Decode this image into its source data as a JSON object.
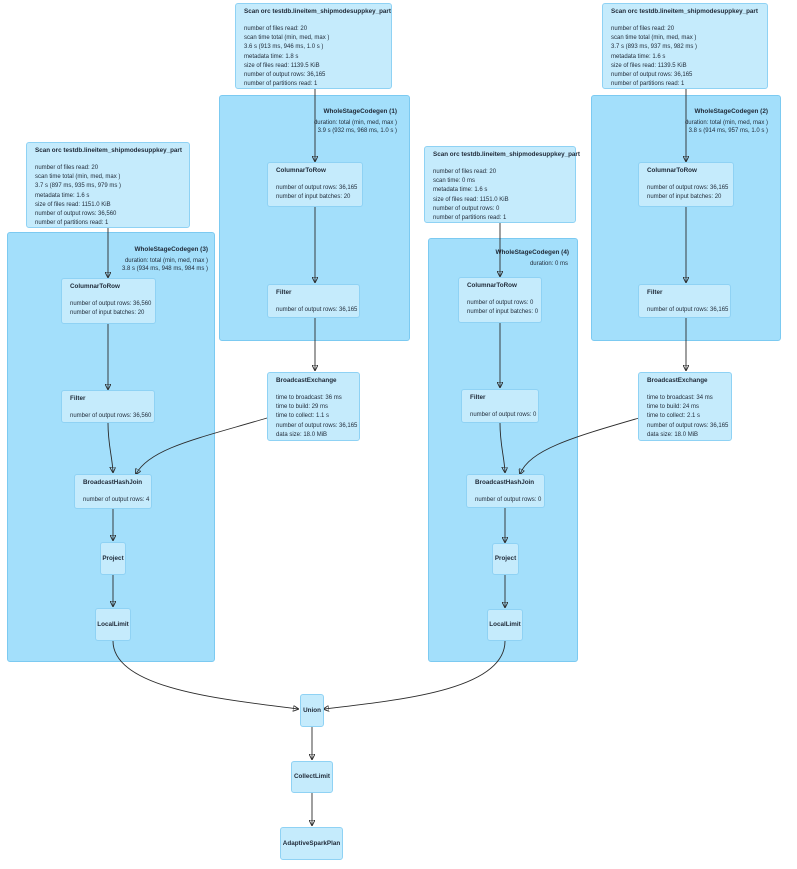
{
  "clusters": [
    {
      "title": "WholeStageCodegen (1)",
      "meta": [
        "duration: total (min, med, max )",
        "3.9 s (932 ms, 968 ms, 1.0 s )"
      ]
    },
    {
      "title": "WholeStageCodegen (2)",
      "meta": [
        "duration: total (min, med, max )",
        "3.8 s (914 ms, 957 ms, 1.0 s )"
      ]
    },
    {
      "title": "WholeStageCodegen (3)",
      "meta": [
        "duration: total (min, med, max )",
        "3.8 s (934 ms, 948 ms, 984 ms )"
      ]
    },
    {
      "title": "WholeStageCodegen (4)",
      "meta": [
        "duration: 0 ms"
      ]
    }
  ],
  "nodes": {
    "scan1": {
      "title": "Scan orc testdb.lineitem_shipmodesuppkey_part",
      "lines": [
        "number of files read: 20",
        "scan time total (min, med, max )",
        "3.6 s (913 ms, 946 ms, 1.0 s )",
        "metadata time: 1.8 s",
        "size of files read: 1139.5 KiB",
        "number of output rows: 36,165",
        "number of partitions read: 1"
      ]
    },
    "scan2": {
      "title": "Scan orc testdb.lineitem_shipmodesuppkey_part",
      "lines": [
        "number of files read: 20",
        "scan time total (min, med, max )",
        "3.7 s (893 ms, 937 ms, 982 ms )",
        "metadata time: 1.6 s",
        "size of files read: 1139.5 KiB",
        "number of output rows: 36,165",
        "number of partitions read: 1"
      ]
    },
    "scan3": {
      "title": "Scan orc testdb.lineitem_shipmodesuppkey_part",
      "lines": [
        "number of files read: 20",
        "scan time total (min, med, max )",
        "3.7 s (897 ms, 935 ms, 979 ms )",
        "metadata time: 1.6 s",
        "size of files read: 1151.0 KiB",
        "number of output rows: 36,560",
        "number of partitions read: 1"
      ]
    },
    "scan4": {
      "title": "Scan orc testdb.lineitem_shipmodesuppkey_part",
      "lines": [
        "number of files read: 20",
        "scan time: 0 ms",
        "metadata time: 1.6 s",
        "size of files read: 1151.0 KiB",
        "number of output rows: 0",
        "number of partitions read: 1"
      ]
    },
    "ctr1": {
      "title": "ColumnarToRow",
      "lines": [
        "number of output rows: 36,165",
        "number of input batches: 20"
      ]
    },
    "ctr2": {
      "title": "ColumnarToRow",
      "lines": [
        "number of output rows: 36,165",
        "number of input batches: 20"
      ]
    },
    "ctr3": {
      "title": "ColumnarToRow",
      "lines": [
        "number of output rows: 36,560",
        "number of input batches: 20"
      ]
    },
    "ctr4": {
      "title": "ColumnarToRow",
      "lines": [
        "number of output rows: 0",
        "number of input batches: 0"
      ]
    },
    "filter1": {
      "title": "Filter",
      "lines": [
        "number of output rows: 36,165"
      ]
    },
    "filter2": {
      "title": "Filter",
      "lines": [
        "number of output rows: 36,165"
      ]
    },
    "filter3": {
      "title": "Filter",
      "lines": [
        "number of output rows: 36,560"
      ]
    },
    "filter4": {
      "title": "Filter",
      "lines": [
        "number of output rows: 0"
      ]
    },
    "bx1": {
      "title": "BroadcastExchange",
      "lines": [
        "time to broadcast: 36 ms",
        "time to build: 29 ms",
        "time to collect: 1.1 s",
        "number of output rows: 36,165",
        "data size: 18.0 MiB"
      ]
    },
    "bx2": {
      "title": "BroadcastExchange",
      "lines": [
        "time to broadcast: 34 ms",
        "time to build: 24 ms",
        "time to collect: 2.1 s",
        "number of output rows: 36,165",
        "data size: 18.0 MiB"
      ]
    },
    "bhj3": {
      "title": "BroadcastHashJoin",
      "lines": [
        "number of output rows: 4"
      ]
    },
    "bhj4": {
      "title": "BroadcastHashJoin",
      "lines": [
        "number of output rows: 0"
      ]
    },
    "proj3": {
      "title": "Project"
    },
    "proj4": {
      "title": "Project"
    },
    "ll3": {
      "title": "LocalLimit"
    },
    "ll4": {
      "title": "LocalLimit"
    },
    "union": {
      "title": "Union"
    },
    "collect": {
      "title": "CollectLimit"
    },
    "asp": {
      "title": "AdaptiveSparkPlan"
    }
  }
}
